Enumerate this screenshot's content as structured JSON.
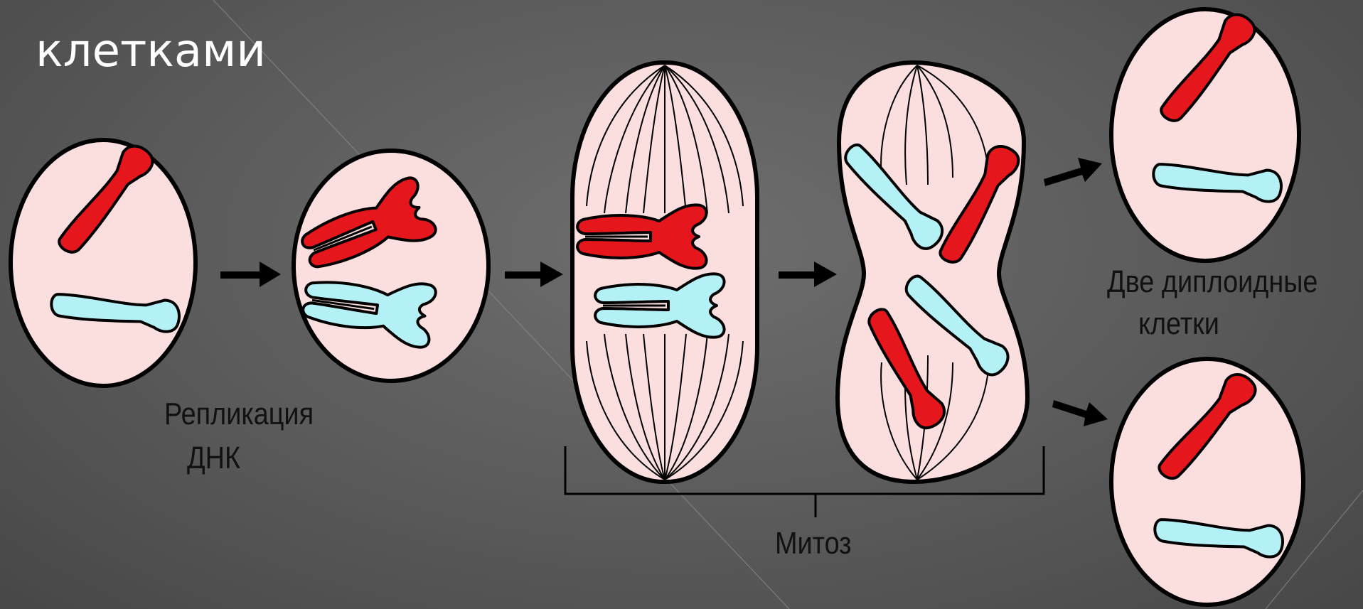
{
  "slide": {
    "title_line1": "",
    "title_line2": "клетками"
  },
  "labels": {
    "replication_line1": "Репликация",
    "replication_line2": "ДНК",
    "mitosis": "Митоз",
    "two_cells_line1": "Две диплоидные",
    "two_cells_line2": "клетки"
  },
  "colors": {
    "cell_fill": "#fbdede",
    "red_chromosome": "#e5161c",
    "blue_chromosome": "#b4f1f6",
    "outline": "#000000",
    "title_text": "#ffffff",
    "background": "#5c5c5c"
  }
}
